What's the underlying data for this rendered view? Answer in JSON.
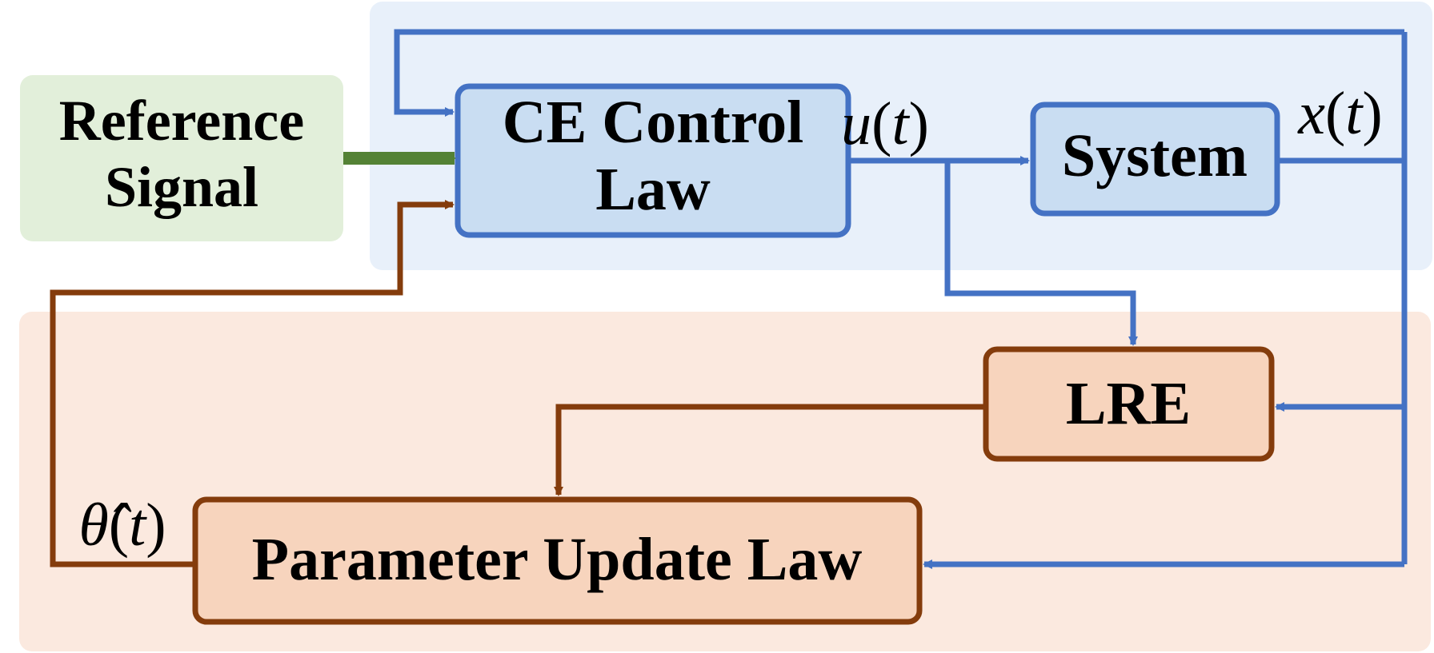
{
  "regions": {
    "control_region_color": "#e8f0fa",
    "estimation_region_color": "#fbe9df"
  },
  "blocks": {
    "reference": {
      "lines": [
        "Reference",
        "Signal"
      ],
      "fill": "#e2efda"
    },
    "ce_control": {
      "lines": [
        "CE Control",
        "Law"
      ],
      "fill": "#c9ddf2",
      "stroke": "#4472c4"
    },
    "system": {
      "label": "System",
      "fill": "#c9ddf2",
      "stroke": "#4472c4"
    },
    "lre": {
      "label": "LRE",
      "fill": "#f7d4bd",
      "stroke": "#843c0c"
    },
    "parameter_update": {
      "label": "Parameter Update Law",
      "fill": "#f7d4bd",
      "stroke": "#843c0c"
    }
  },
  "signals": {
    "control_input": {
      "symbol": "u",
      "open": "(",
      "arg": "t",
      "close": ")"
    },
    "state": {
      "symbol": "x",
      "open": "(",
      "arg": "t",
      "close": ")"
    },
    "estimate": {
      "symbol": "θ̂",
      "open": "(",
      "arg": "t",
      "close": ")"
    }
  },
  "colors": {
    "state_signal": "#4472c4",
    "estimate_signal": "#843c0c",
    "reference_signal": "#548235"
  }
}
